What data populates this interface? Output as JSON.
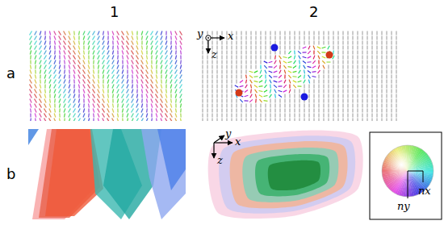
{
  "diagram": {
    "labels": [
      "1",
      "2",
      "a",
      "y",
      "x",
      "z",
      "b",
      "y",
      "x",
      "z",
      "nx",
      "ny"
    ]
  }
}
